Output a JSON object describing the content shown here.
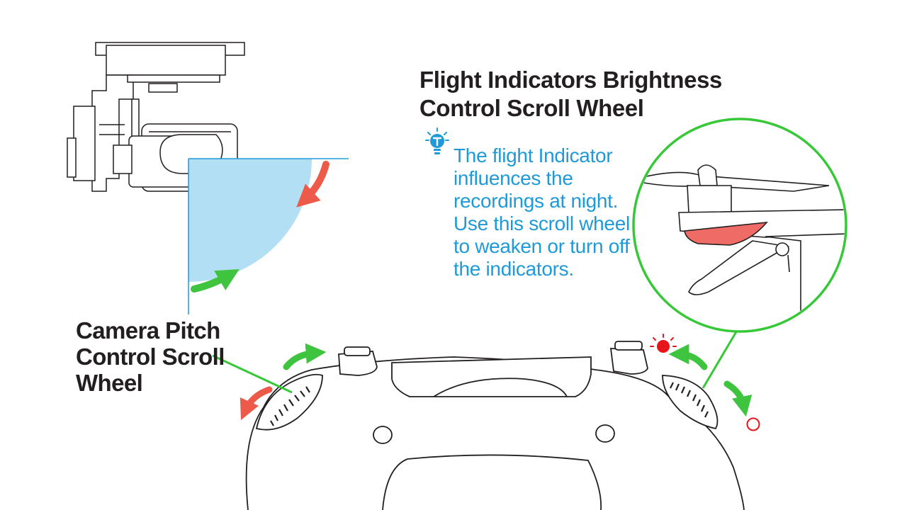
{
  "labels": {
    "brightness_title": "Flight Indicators Brightness Control Scroll Wheel",
    "brightness_note": "The flight Indicator influences the recordings at night. Use this scroll wheel to weaken or turn off the indicators.",
    "camera_pitch_title": "Camera Pitch Control Scroll Wheel"
  },
  "icons": {
    "tip": "lightbulb-icon",
    "led_on": "led-on-icon",
    "led_off": "led-off-icon"
  },
  "colors": {
    "line": "#231f20",
    "accent_blue": "#1e9ad9",
    "pitch_range_fill": "#b3dff4",
    "arrow_green": "#3fc43f",
    "arrow_red": "#ee5a4a",
    "callout_green": "#37c837",
    "led_red": "#e8141c",
    "led_body_highlight": "#ee6b66"
  }
}
